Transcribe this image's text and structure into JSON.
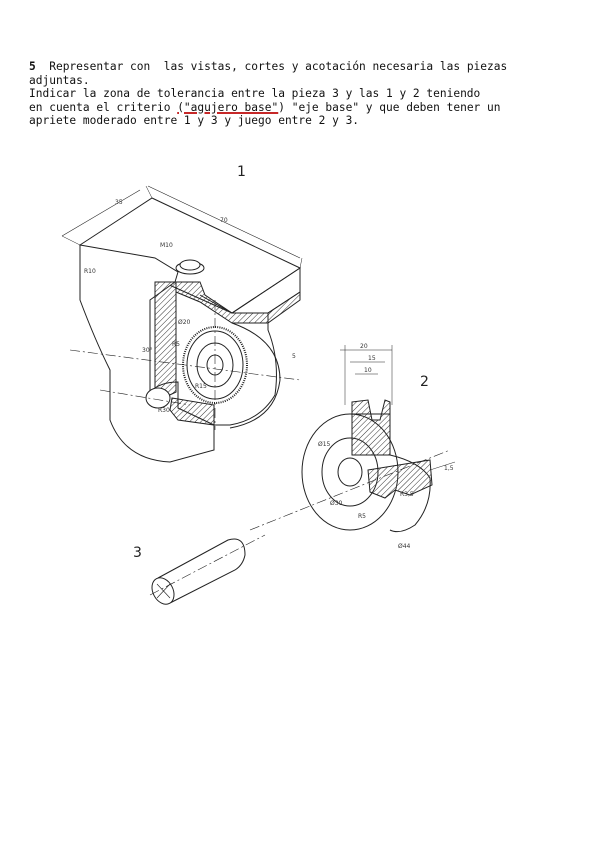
{
  "exercise": {
    "number": "5",
    "line1_rest": "  Representar con  las vistas, cortes y acotación necesaria las piezas",
    "line2": "adjuntas.",
    "line3": "Indicar la zona de tolerancia entre la pieza 3 y las 1 y 2 teniendo",
    "line4_a": "en cuenta el criterio ",
    "line4_underlined": "(\"agujero base\"",
    "line4_b": ") \"eje base\" y que deben tener un",
    "line5": "apriete moderado entre 1 y 3 y juego entre 2 y 3."
  },
  "drawing": {
    "part_labels": [
      "1",
      "2",
      "3"
    ],
    "dimensions": {
      "part1_depth": "35",
      "part1_width": "70",
      "part1_thread": "M10",
      "part1_side": "R10",
      "part1_bore": "Ø20",
      "part1_radius_a": "R5",
      "part1_angle": "30°",
      "part1_hole": "R15",
      "part1_bottom": "R30",
      "part1_offset": "5",
      "part2_overall": "20",
      "part2_mid": "15",
      "part2_inner": "10",
      "part2_d1": "Ø15",
      "part2_d2": "Ø30",
      "part2_d3": "Ø44",
      "part2_r": "R5",
      "part2_r2": "R3,5",
      "part2_gap": "1,5"
    }
  }
}
